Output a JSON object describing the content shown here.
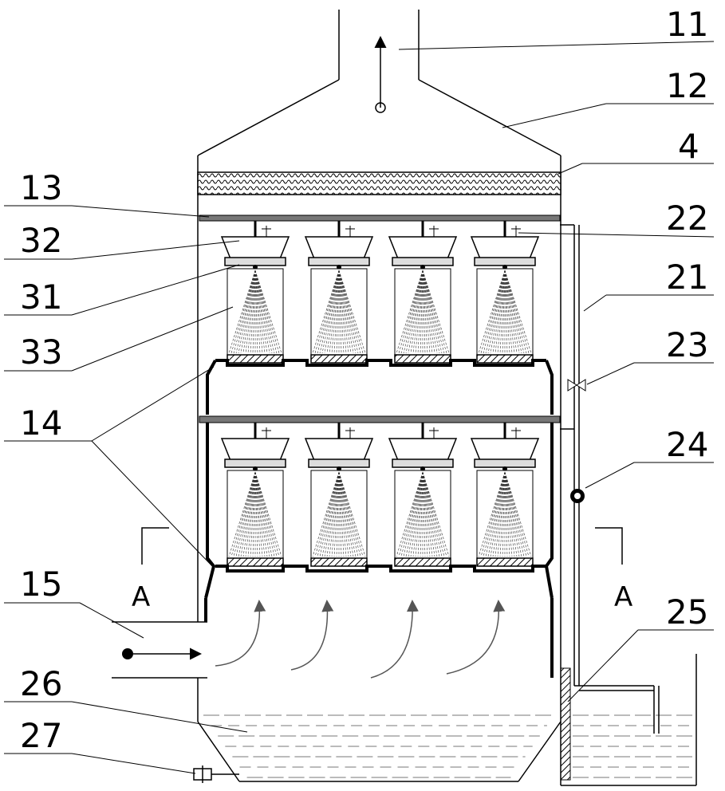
{
  "labels": {
    "l11": "11",
    "l12": "12",
    "l4": "4",
    "l13": "13",
    "l22": "22",
    "l32": "32",
    "l21": "21",
    "l31": "31",
    "l33": "33",
    "l23": "23",
    "l14": "14",
    "l24": "24",
    "l15": "15",
    "l25": "25",
    "l26": "26",
    "l27": "27"
  },
  "section": {
    "left": "A",
    "right": "A"
  },
  "layout_meta": {
    "spray_units_per_layer": 4,
    "layers": 2
  }
}
